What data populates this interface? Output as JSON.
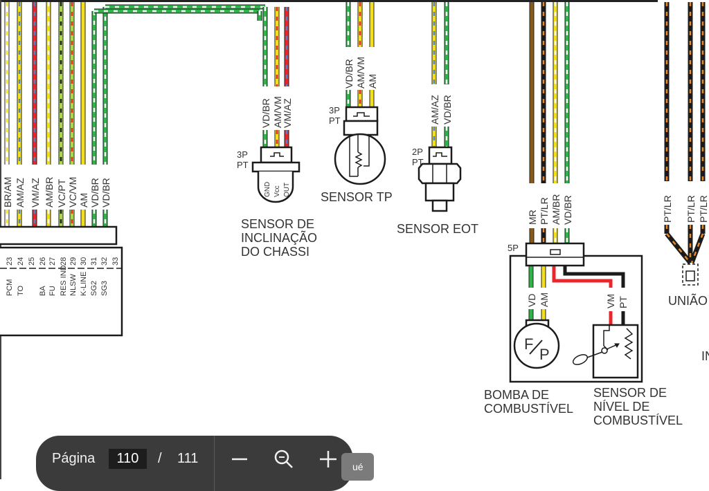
{
  "viewer": {
    "page_label": "Página",
    "current_page": "110",
    "separator": "/",
    "total_pages": "111",
    "zoom_out_label": "—",
    "tooltip_fragment": "ué"
  },
  "wire_colors": {
    "VD": "#2fb44a",
    "BR": "#ffffff",
    "AM": "#f3df1c",
    "VM": "#e8262b",
    "AZ": "#4f84c4",
    "PT": "#1b1b1b",
    "LR": "#e8892b",
    "MR": "#8a5a1a",
    "VC": "#a9d84b"
  },
  "ecm": {
    "wire_labels": [
      "BR/AM",
      "AM/AZ",
      "VM/AZ",
      "AM/BR",
      "VC/PT",
      "VC/VM",
      "AM",
      "VD/BR",
      "VD/BR"
    ],
    "pin_numbers": [
      "23",
      "24",
      "25",
      "26",
      "27",
      "28",
      "29",
      "30",
      "31",
      "32",
      "33"
    ],
    "pin_names": [
      "PCM",
      "TO",
      "",
      "BA",
      "FU",
      "RES IND",
      "NLSW",
      "K-LINE",
      "SG2",
      "SG3",
      ""
    ]
  },
  "tilt_sensor": {
    "wire_labels": [
      "VD/BR",
      "AM/VM",
      "VM/AZ"
    ],
    "connector": [
      "3P",
      "PT"
    ],
    "terminals": [
      "GND",
      "Vcc",
      "OUT"
    ],
    "title": [
      "SENSOR DE",
      "INCLINAÇÃO",
      "DO CHASSI"
    ]
  },
  "tp_sensor": {
    "wire_labels": [
      "VD/BR",
      "AM/VM",
      "AM"
    ],
    "connector": [
      "3P",
      "PT"
    ],
    "title": "SENSOR TP"
  },
  "eot_sensor": {
    "wire_labels": [
      "AM/AZ",
      "VD/BR"
    ],
    "connector": [
      "2P",
      "PT"
    ],
    "title": "SENSOR EOT"
  },
  "fuel_unit": {
    "wire_labels": [
      "MR",
      "PT/LR",
      "AM/BR",
      "VD/BR"
    ],
    "connector": "5P",
    "inner_labels": [
      "VD",
      "AM",
      "VM",
      "PT"
    ],
    "pump_symbol": [
      "F",
      "P"
    ],
    "pump_title": [
      "BOMBA DE",
      "COMBUSTÍVEL"
    ],
    "level_title": [
      "SENSOR DE",
      "NÍVEL DE",
      "COMBUSTÍVEL"
    ]
  },
  "joint": {
    "wire_labels": [
      "PT/LR",
      "PT/LR",
      "PT/LR"
    ],
    "title": "UNIÃO",
    "cut_text": "IN"
  }
}
